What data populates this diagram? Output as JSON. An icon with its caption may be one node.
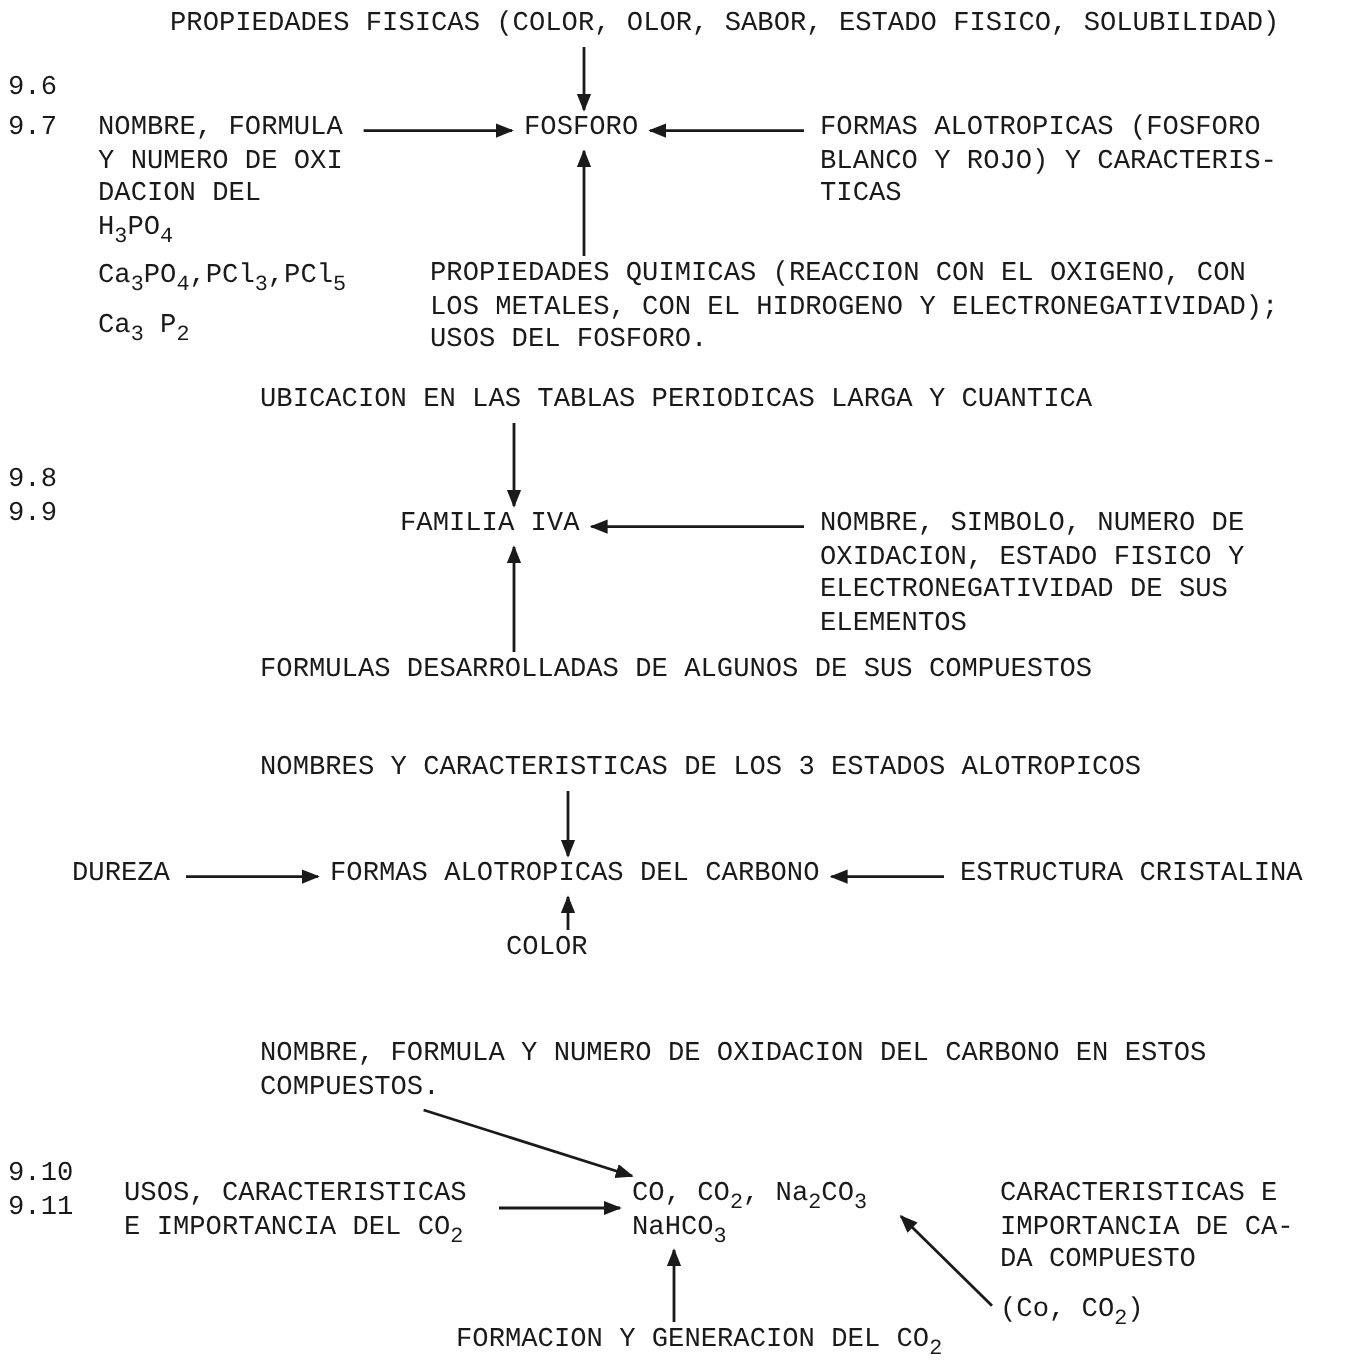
{
  "diagram": {
    "nodes": [
      {
        "text": [
          "PROPIEDADES FISICAS (COLOR, OLOR, SABOR, ESTADO FISICO, SOLUBILIDAD)"
        ]
      },
      {
        "text": [
          "FOSFORO"
        ]
      },
      {
        "text": [
          "NOMBRE, FORMULA Y NUMERO DE OXI DACION DEL H$_{3}$PO$_{4}$",
          "Ca$_{3}$PO$_{4}$,PCl$_{3}$,PCl$_{5}$",
          "Ca$_{3}$ P$_{2}$"
        ]
      },
      {
        "text": [
          "FORMAS ALOTROPICAS (FOSFORO BLANCO Y ROJO) Y CARACTERIS- TICAS"
        ]
      },
      {
        "text": [
          "PROPIEDADES QUIMICAS (REACCION CON EL OXIGENO, CON LOS METALES, CON EL HIDROGENO Y ELECTRONEGATIVIDAD); USOS DEL FOSFORO."
        ]
      },
      {
        "text": [
          "UBICACION EN LAS TABLAS PERIODICAS LARGA Y CUANTICA"
        ]
      },
      {
        "text": [
          "FAMILIA IVA"
        ]
      },
      {
        "text": [
          "NOMBRE, SIMBOLO, NUMERO DE OXIDACION, ESTADO FISICO Y ELECTRONEGATIVIDAD DE SUS ELEMENTOS"
        ]
      },
      {
        "text": [
          "FORMULAS DESARROLLADAS DE ALGUNOS DE SUS COMPUESTOS"
        ]
      },
      {
        "text": [
          "NOMBRES Y CARACTERISTICAS DE LOS 3 ESTADOS ALOTROPICOS"
        ]
      },
      {
        "text": [
          "DUREZA"
        ]
      },
      {
        "text": [
          "FORMAS ALOTROPICAS DEL CARBONO"
        ]
      },
      {
        "text": [
          "ESTRUCTURA CRISTALINA"
        ]
      },
      {
        "text": [
          "COLOR"
        ]
      },
      {
        "text": [
          "NOMBRE, FORMULA Y NUMERO DE OXIDACION DEL CARBONO EN ESTOS COMPUESTOS."
        ]
      },
      {
        "text": [
          "USOS, CARACTERISTICAS E IMPORTANCIA DEL CO$_{2}$"
        ]
      },
      {
        "text": [
          "CO, CO$_{2}$, Na$_{2}$CO$_{3}$ NaHCO$_{3}$"
        ]
      },
      {
        "text": [
          "CARACTERISTICAS E IMPORTANCIA DE CA- DA COMPUESTO",
          "(Co, CO$_{2}$)"
        ]
      },
      {
        "text": [
          "FORMACION Y GENERACION DEL CO$_{2}$"
        ]
      }
    ],
    "edges": [
      {
        "from": 0,
        "to": 1,
        "arrow": "to"
      },
      {
        "from": 2,
        "to": 1,
        "arrow": "to"
      },
      {
        "from": 3,
        "to": 1,
        "arrow": "to"
      },
      {
        "from": 4,
        "to": 1,
        "arrow": "to"
      },
      {
        "from": 5,
        "to": 6,
        "arrow": "to"
      },
      {
        "from": 7,
        "to": 6,
        "arrow": "to"
      },
      {
        "from": 8,
        "to": 6,
        "arrow": "to"
      },
      {
        "from": 9,
        "to": 11,
        "arrow": "to"
      },
      {
        "from": 10,
        "to": 11,
        "arrow": "to"
      },
      {
        "from": 12,
        "to": 11,
        "arrow": "to"
      },
      {
        "from": 13,
        "to": 11,
        "arrow": "to"
      },
      {
        "from": 14,
        "to": 16,
        "arrow": "to"
      },
      {
        "from": 15,
        "to": 16,
        "arrow": "to"
      },
      {
        "from": 17,
        "to": 16,
        "arrow": "to"
      },
      {
        "from": 18,
        "to": 16,
        "arrow": "to"
      }
    ],
    "labels": [
      "9.6",
      "9.7",
      "9.8",
      "9.9",
      "9.10",
      "9.11"
    ]
  }
}
